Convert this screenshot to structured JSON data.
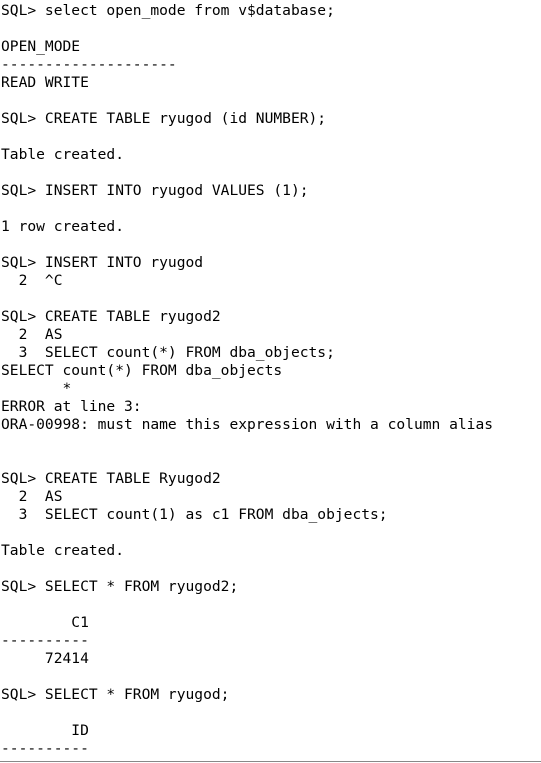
{
  "terminal": {
    "lines": [
      "SQL> select open_mode from v$database;",
      "",
      "OPEN_MODE",
      "--------------------",
      "READ WRITE",
      "",
      "SQL> CREATE TABLE ryugod (id NUMBER);",
      "",
      "Table created.",
      "",
      "SQL> INSERT INTO ryugod VALUES (1);",
      "",
      "1 row created.",
      "",
      "SQL> INSERT INTO ryugod",
      "  2  ^C",
      "",
      "SQL> CREATE TABLE ryugod2",
      "  2  AS",
      "  3  SELECT count(*) FROM dba_objects;",
      "SELECT count(*) FROM dba_objects",
      "       *",
      "ERROR at line 3:",
      "ORA-00998: must name this expression with a column alias",
      "",
      "",
      "SQL> CREATE TABLE Ryugod2",
      "  2  AS",
      "  3  SELECT count(1) as c1 FROM dba_objects;",
      "",
      "Table created.",
      "",
      "SQL> SELECT * FROM ryugod2;",
      "",
      "        C1",
      "----------",
      "     72414",
      "",
      "SQL> SELECT * FROM ryugod;",
      "",
      "        ID",
      "----------"
    ]
  }
}
